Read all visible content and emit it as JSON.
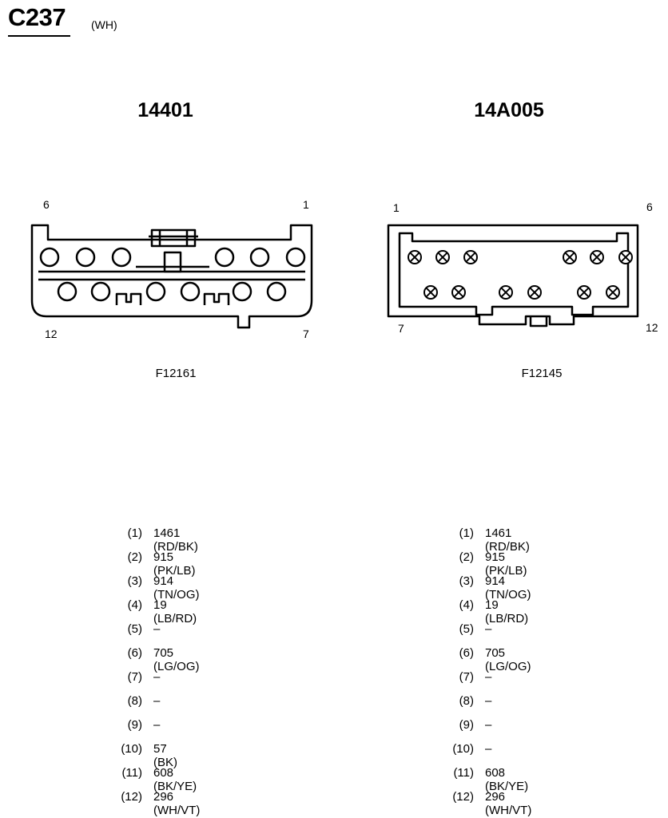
{
  "connector": {
    "id": "C237",
    "color": "(WH)"
  },
  "left": {
    "part_number": "14401",
    "figure": "F12161",
    "pin_labels": {
      "top_left": "6",
      "top_right": "1",
      "bottom_left": "12",
      "bottom_right": "7"
    },
    "pins": [
      {
        "num": "(1)",
        "wire": "1461 (RD/BK)"
      },
      {
        "num": "(2)",
        "wire": "915 (PK/LB)"
      },
      {
        "num": "(3)",
        "wire": "914 (TN/OG)"
      },
      {
        "num": "(4)",
        "wire": "19 (LB/RD)"
      },
      {
        "num": "(5)",
        "wire": "–"
      },
      {
        "num": "(6)",
        "wire": "705 (LG/OG)"
      },
      {
        "num": "(7)",
        "wire": "–"
      },
      {
        "num": "(8)",
        "wire": "–"
      },
      {
        "num": "(9)",
        "wire": "–"
      },
      {
        "num": "(10)",
        "wire": "57 (BK)"
      },
      {
        "num": "(11)",
        "wire": "608 (BK/YE)"
      },
      {
        "num": "(12)",
        "wire": "296 (WH/VT)"
      }
    ]
  },
  "right": {
    "part_number": "14A005",
    "figure": "F12145",
    "pin_labels": {
      "top_left": "1",
      "top_right": "6",
      "bottom_left": "7",
      "bottom_right": "12"
    },
    "pins": [
      {
        "num": "(1)",
        "wire": "1461 (RD/BK)"
      },
      {
        "num": "(2)",
        "wire": "915 (PK/LB)"
      },
      {
        "num": "(3)",
        "wire": "914 (TN/OG)"
      },
      {
        "num": "(4)",
        "wire": "19 (LB/RD)"
      },
      {
        "num": "(5)",
        "wire": "–"
      },
      {
        "num": "(6)",
        "wire": "705 (LG/OG)"
      },
      {
        "num": "(7)",
        "wire": "–"
      },
      {
        "num": "(8)",
        "wire": "–"
      },
      {
        "num": "(9)",
        "wire": "–"
      },
      {
        "num": "(10)",
        "wire": "–"
      },
      {
        "num": "(11)",
        "wire": "608 (BK/YE)"
      },
      {
        "num": "(12)",
        "wire": "296 (WH/VT)"
      }
    ]
  }
}
